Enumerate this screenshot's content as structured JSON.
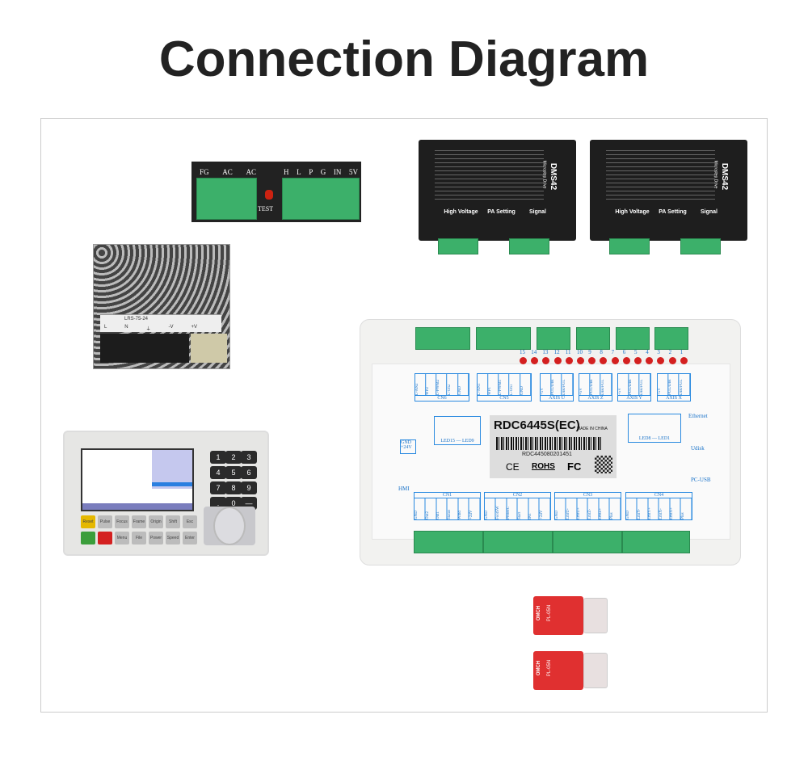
{
  "title": "Connection Diagram",
  "laser_psu": {
    "left_labels": [
      "FG",
      "AC",
      "AC"
    ],
    "right_labels": [
      "H",
      "L",
      "P",
      "G",
      "IN",
      "5V"
    ],
    "test_label": "TEST"
  },
  "power_supply": {
    "model": "LRS-75-24",
    "terminals": [
      "L",
      "N",
      "⏚",
      "-V",
      "+V"
    ]
  },
  "drivers": [
    {
      "model": "DMS42",
      "subtitle": "Microstep Drive",
      "sections": [
        "High Voltage",
        "PA Setting",
        "Signal"
      ]
    },
    {
      "model": "DMS42",
      "subtitle": "Microstep Drive",
      "sections": [
        "High Voltage",
        "PA Setting",
        "Signal"
      ]
    }
  ],
  "controller": {
    "model": "RDC6445S(EC)",
    "made_in": "MADE IN CHINA",
    "serial": "RDC445080201451",
    "certs": [
      "CE",
      "ROHS",
      "FC"
    ],
    "led_numbers": [
      "15",
      "14",
      "13",
      "12",
      "11",
      "10",
      "9",
      "8",
      "7",
      "6",
      "5",
      "4",
      "3",
      "2",
      "1"
    ],
    "top_groups": [
      {
        "name": "CN6",
        "pins": [
          "L-AN2",
          "WP2",
          "L-PWM2",
          "L-On2",
          "GND"
        ]
      },
      {
        "name": "CN5",
        "pins": [
          "L-AN1",
          "WP1",
          "L-PWM1",
          "L-On1",
          "GND"
        ]
      },
      {
        "name": "AXIS U",
        "pins": [
          "+5V",
          "PUL/DIR",
          "DIR/PUL"
        ]
      },
      {
        "name": "AXIS Z",
        "pins": [
          "+5V",
          "PUL/DIR",
          "DIR/PUL"
        ]
      },
      {
        "name": "AXIS Y",
        "pins": [
          "+5V",
          "PUL/DIR",
          "DIR/PUL"
        ]
      },
      {
        "name": "AXIS X",
        "pins": [
          "+5V",
          "PUL/DIR",
          "DIR/PUL"
        ]
      }
    ],
    "power_labels": [
      "GND",
      "+24V"
    ],
    "led_left": "LED15 — LED9",
    "led_right": "LED8 — LED1",
    "ports": [
      "Ethernet",
      "Udisk",
      "PC-USB",
      "HMI"
    ],
    "bottom_groups": [
      {
        "name": "CN1",
        "pins": [
          "GND",
          "Out2",
          "Out1",
          "Status",
          "Wind",
          "+24V"
        ]
      },
      {
        "name": "CN2",
        "pins": [
          "GND",
          "FootSW",
          "ProtecC",
          "Start",
          "IN1",
          "+24V"
        ]
      },
      {
        "name": "CN3",
        "pins": [
          "GND",
          "LmtU-",
          "LmtU+",
          "LmtZ-",
          "LmtZ+",
          "Plus"
        ]
      },
      {
        "name": "CN4",
        "pins": [
          "GND",
          "LmtY-",
          "LmtY+",
          "LmtX-",
          "LmtX+",
          "Plus"
        ]
      }
    ]
  },
  "hmi": {
    "keys": [
      "1",
      "2",
      "3",
      "4",
      "5",
      "6",
      "7",
      "8",
      "9",
      ".",
      "0",
      "—"
    ],
    "func_row1": [
      "Reset",
      "Pulse",
      "Focus",
      "Frame",
      "Origin",
      "Shift",
      "Esc"
    ],
    "func_row2": [
      "Menu",
      "File",
      "Power",
      "Speed",
      "Enter"
    ]
  },
  "sensors": [
    {
      "brand": "OMCH",
      "model": "PL-05N"
    },
    {
      "brand": "OMCH",
      "model": "PL-05N"
    }
  ],
  "colors": {
    "red": "#e8141a",
    "blue": "#1f2fe6",
    "brown": "#8b5a2b",
    "black": "#111111",
    "terminal_green": "#3cb06a",
    "label_blue": "#1a73c9"
  }
}
